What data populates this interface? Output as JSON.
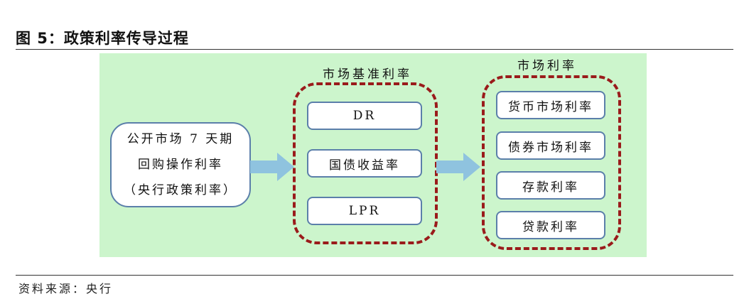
{
  "figure": {
    "title": "图 5：政策利率传导过程"
  },
  "source": "资料来源：央行",
  "diagram": {
    "policy_box": {
      "lines": [
        "公开市场 7 天期",
        "回购操作利率",
        "（央行政策利率）"
      ]
    },
    "market_benchmark": {
      "label": "市场基准利率",
      "items": [
        "DR",
        "国债收益率",
        "LPR"
      ]
    },
    "market_rates": {
      "label": "市场利率",
      "items": [
        "货币市场利率",
        "债券市场利率",
        "存款利率",
        "贷款利率"
      ]
    }
  },
  "colors": {
    "panel": "#ccf5cc",
    "dashed_border": "#9a1b1b",
    "box_border": "#5b7faa",
    "arrow": "#8fc3df"
  }
}
